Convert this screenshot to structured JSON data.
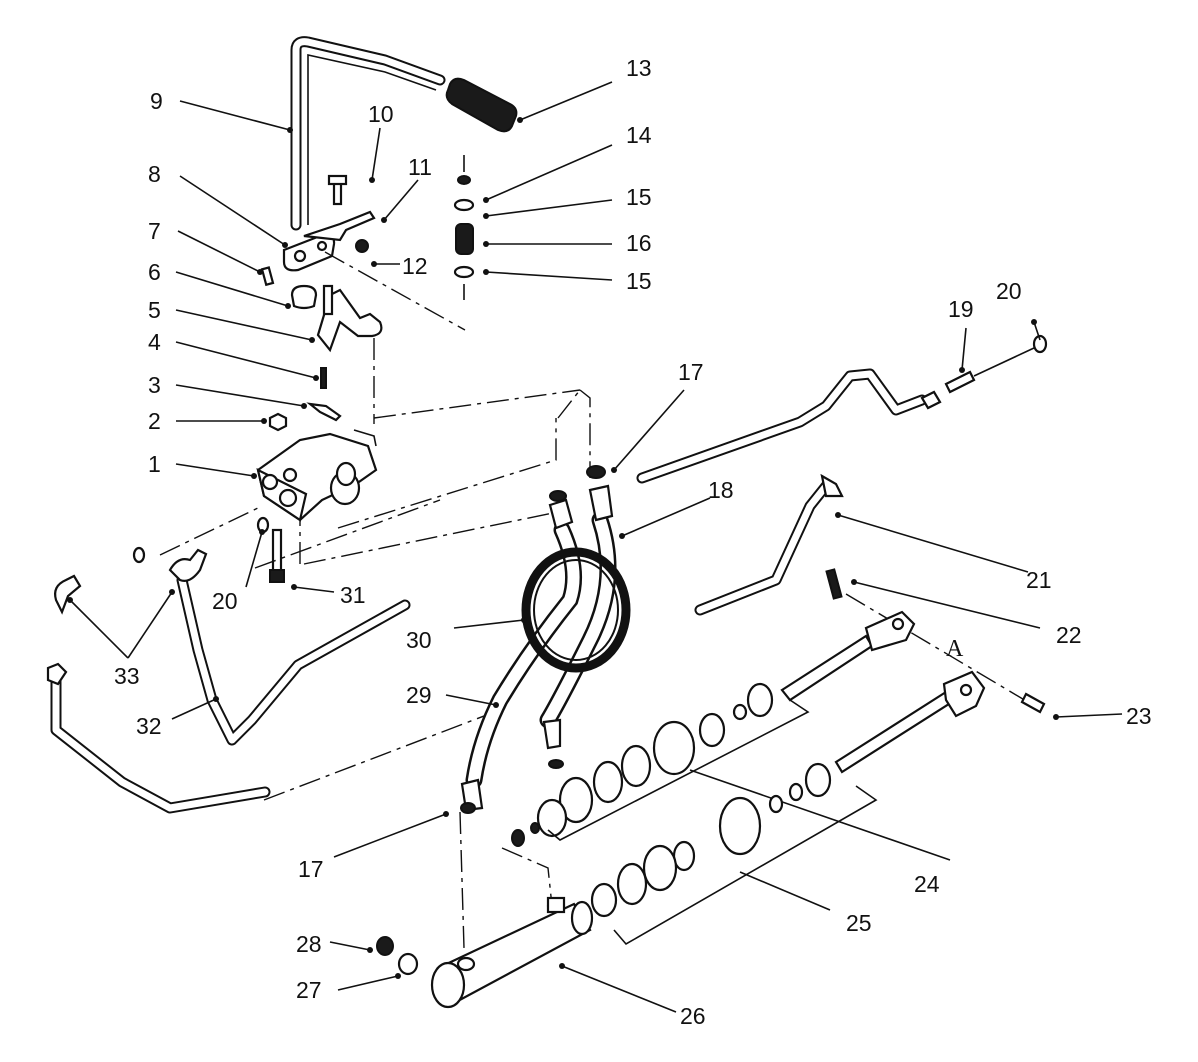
{
  "diagram": {
    "labels": [
      {
        "id": "1",
        "text": "1"
      },
      {
        "id": "2",
        "text": "2"
      },
      {
        "id": "3",
        "text": "3"
      },
      {
        "id": "4",
        "text": "4"
      },
      {
        "id": "5",
        "text": "5"
      },
      {
        "id": "6",
        "text": "6"
      },
      {
        "id": "7",
        "text": "7"
      },
      {
        "id": "8",
        "text": "8"
      },
      {
        "id": "9",
        "text": "9"
      },
      {
        "id": "10",
        "text": "10"
      },
      {
        "id": "11",
        "text": "11"
      },
      {
        "id": "12",
        "text": "12"
      },
      {
        "id": "13",
        "text": "13"
      },
      {
        "id": "14",
        "text": "14"
      },
      {
        "id": "15a",
        "text": "15"
      },
      {
        "id": "16",
        "text": "16"
      },
      {
        "id": "15b",
        "text": "15"
      },
      {
        "id": "17a",
        "text": "17"
      },
      {
        "id": "18",
        "text": "18"
      },
      {
        "id": "19",
        "text": "19"
      },
      {
        "id": "20a",
        "text": "20"
      },
      {
        "id": "20b",
        "text": "20"
      },
      {
        "id": "21",
        "text": "21"
      },
      {
        "id": "22",
        "text": "22"
      },
      {
        "id": "23",
        "text": "23"
      },
      {
        "id": "24",
        "text": "24"
      },
      {
        "id": "25",
        "text": "25"
      },
      {
        "id": "26",
        "text": "26"
      },
      {
        "id": "27",
        "text": "27"
      },
      {
        "id": "28",
        "text": "28"
      },
      {
        "id": "29",
        "text": "29"
      },
      {
        "id": "30",
        "text": "30"
      },
      {
        "id": "31",
        "text": "31"
      },
      {
        "id": "32",
        "text": "32"
      },
      {
        "id": "33",
        "text": "33"
      },
      {
        "id": "17b",
        "text": "17"
      }
    ],
    "detail_letter": "A"
  }
}
